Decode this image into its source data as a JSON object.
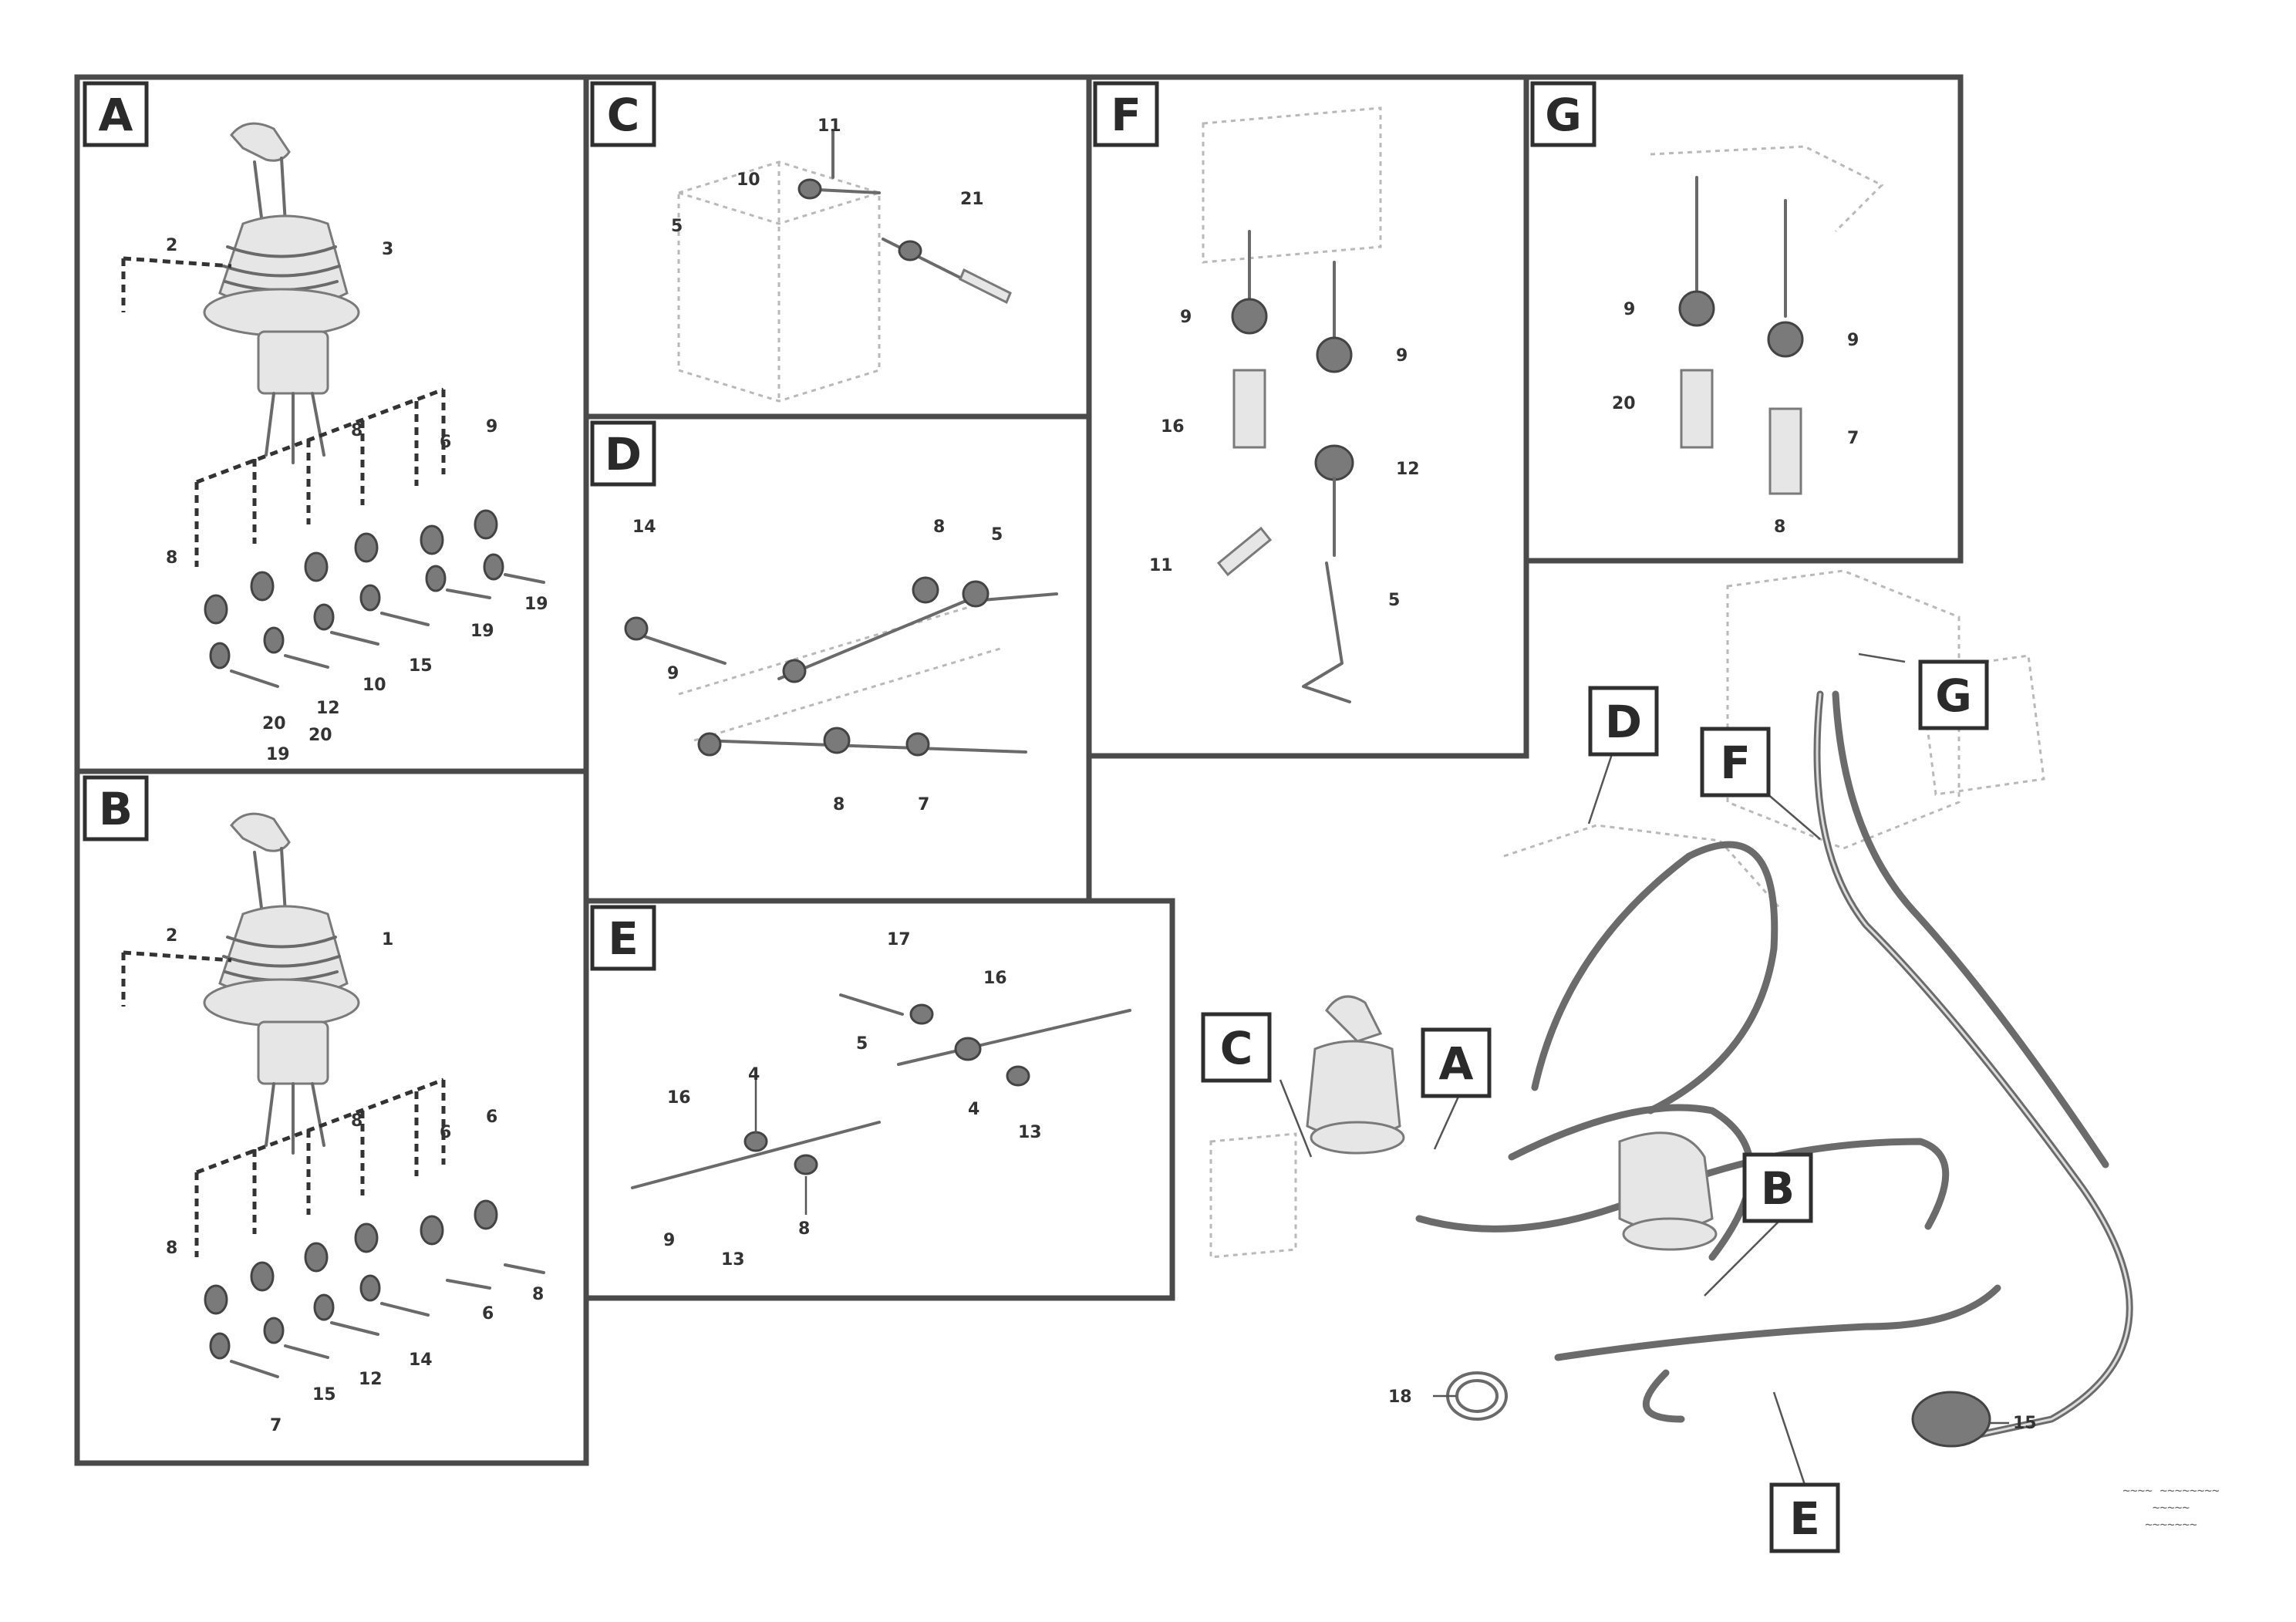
{
  "view_tags": [
    "A",
    "B",
    "C",
    "D",
    "E",
    "F",
    "G"
  ],
  "overview_tags": [
    "A",
    "B",
    "C",
    "D",
    "E",
    "F",
    "G"
  ],
  "callouts": {
    "A": [
      "2",
      "3",
      "6",
      "9",
      "8",
      "8",
      "19",
      "19",
      "15",
      "10",
      "12",
      "20",
      "20",
      "19"
    ],
    "B": [
      "2",
      "1",
      "6",
      "6",
      "8",
      "8",
      "7",
      "15",
      "12",
      "14",
      "6",
      "8"
    ],
    "C": [
      "11",
      "10",
      "5",
      "21"
    ],
    "D": [
      "14",
      "9",
      "8",
      "5",
      "8",
      "7"
    ],
    "E": [
      "17",
      "16",
      "4",
      "5",
      "16",
      "4",
      "13",
      "9",
      "13",
      "8"
    ],
    "F": [
      "9",
      "9",
      "16",
      "12",
      "11",
      "5"
    ],
    "G": [
      "9",
      "9",
      "20",
      "7",
      "8"
    ],
    "overview": [
      "18",
      "15"
    ]
  },
  "reference": {
    "line1": "~~~~ ~~~~~~~~",
    "line2": "~~~~~",
    "line3": "~~~~~~~"
  }
}
